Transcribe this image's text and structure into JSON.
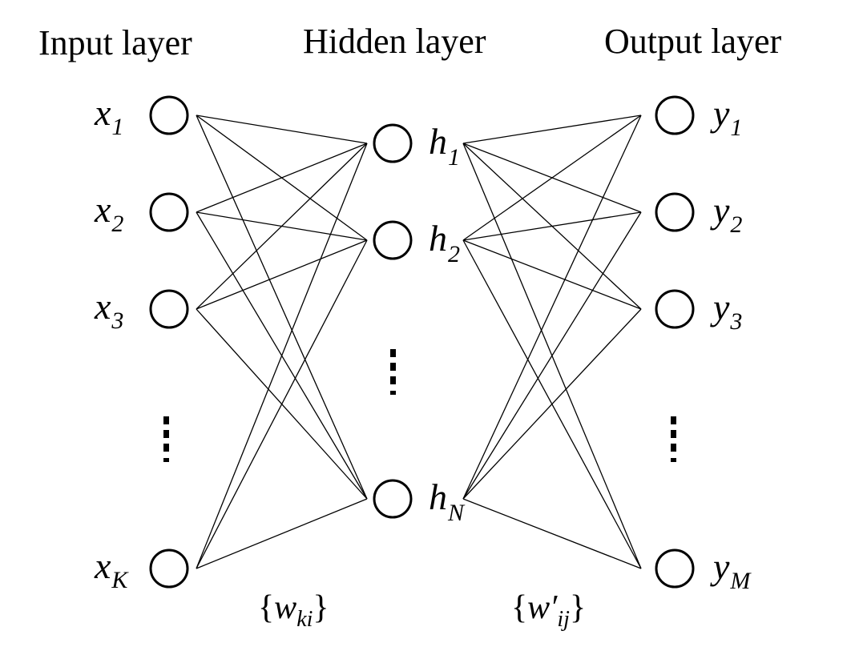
{
  "titles": {
    "input": "Input layer",
    "hidden": "Hidden layer",
    "output": "Output layer"
  },
  "input_nodes": [
    {
      "base": "x",
      "sub": "1"
    },
    {
      "base": "x",
      "sub": "2"
    },
    {
      "base": "x",
      "sub": "3"
    },
    {
      "base": "x",
      "sub": "K"
    }
  ],
  "hidden_nodes": [
    {
      "base": "h",
      "sub": "1"
    },
    {
      "base": "h",
      "sub": "2"
    },
    {
      "base": "h",
      "sub": "N"
    }
  ],
  "output_nodes": [
    {
      "base": "y",
      "sub": "1"
    },
    {
      "base": "y",
      "sub": "2"
    },
    {
      "base": "y",
      "sub": "3"
    },
    {
      "base": "y",
      "sub": "M"
    }
  ],
  "weights": {
    "input_hidden": {
      "open": "{",
      "symbol": "w",
      "sub": "ki",
      "close": "}"
    },
    "hidden_output": {
      "open": "{",
      "symbol": "w′",
      "sub": "ij",
      "close": "}"
    }
  },
  "connectivity": "fully-connected"
}
